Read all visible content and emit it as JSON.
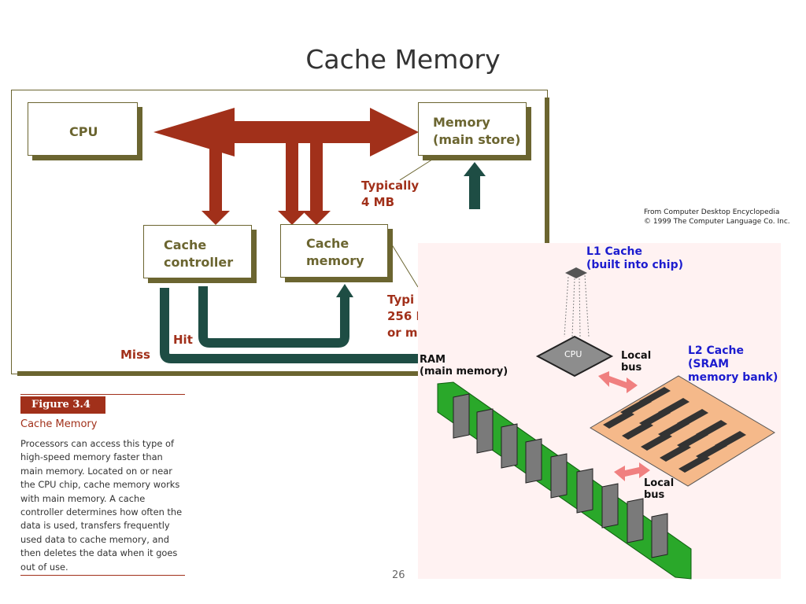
{
  "slide": {
    "title": "Cache Memory",
    "page_number": "26"
  },
  "diagram": {
    "boxes": {
      "cpu": "CPU",
      "memory": [
        "Memory",
        "(main store)"
      ],
      "cache_controller": [
        "Cache",
        "controller"
      ],
      "cache_memory": [
        "Cache",
        "memory"
      ]
    },
    "labels": {
      "typically_4mb": [
        "Typically",
        "4 MB"
      ],
      "typically_256": [
        "Typi",
        "256 I",
        "or m"
      ],
      "hit": "Hit",
      "miss": "Miss"
    }
  },
  "caption": {
    "figure_tag": "Figure 3.4",
    "title": "Cache Memory",
    "body": "Processors can access this type of high-speed memory faster than main memory. Located on or near the CPU chip, cache memory works with main memory. A cache controller determines how often the data is used, transfers frequently used data to cache memory, and then deletes the data when it goes out of use."
  },
  "pc_image": {
    "source_note": [
      "From Computer Desktop Encyclopedia",
      "© 1999 The Computer Language Co. Inc."
    ],
    "labels": {
      "l1_cache": [
        "L1 Cache",
        "(built into chip)"
      ],
      "cpu": "CPU",
      "local_bus_1": [
        "Local",
        "bus"
      ],
      "l2_cache": [
        "L2 Cache",
        "(SRAM",
        "memory bank)"
      ],
      "ram": [
        "RAM",
        "(main memory)"
      ],
      "local_bus_2": [
        "Local",
        "bus"
      ]
    }
  },
  "colors": {
    "accent_red": "#a1301a",
    "olive": "#6b6530",
    "teal": "#1e4d44",
    "label_blue": "#1c1ccf",
    "pcb_green": "#2aa82a"
  }
}
